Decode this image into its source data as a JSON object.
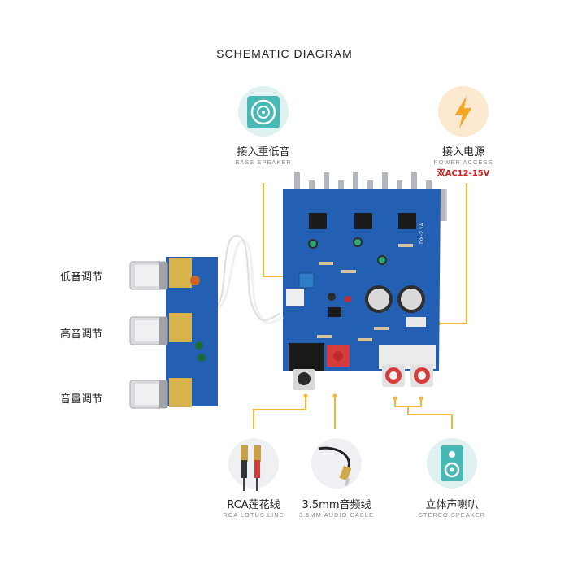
{
  "title": "SCHEMATIC DIAGRAM",
  "callouts": {
    "bass_speaker": {
      "cn": "接入重低音",
      "en": "BASS SPEAKER"
    },
    "power": {
      "cn": "接入电源",
      "en": "POWER ACCESS",
      "spec": "双AC12-15V"
    },
    "rca": {
      "cn": "RCA莲花线",
      "en": "RCA LOTUS LINE"
    },
    "aux": {
      "cn": "3.5mm音频线",
      "en": "3.5MM AUDIO CABLE"
    },
    "stereo": {
      "cn": "立体声喇叭",
      "en": "STEREO SPEAKER"
    }
  },
  "knobs": [
    "低音调节",
    "高音调节",
    "音量调节"
  ],
  "board_marking": "DX-2.1A",
  "colors": {
    "accent": "#f2b830",
    "board": "#2360b4",
    "icon_teal": "#48b8b4",
    "icon_orange": "#f5a623",
    "power_red": "#d21f1f"
  }
}
